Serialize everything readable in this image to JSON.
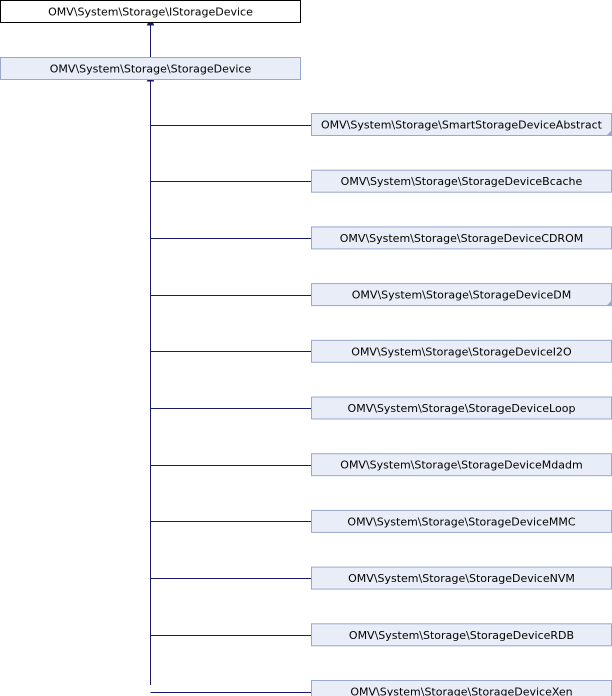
{
  "colors": {
    "edge": "#191970",
    "interface_border": "#000000",
    "interface_fill": "#ffffff",
    "class_border": "#9aa8d0",
    "class_fill": "#e8edf7",
    "label": "#000000",
    "fold_corner": "#9aa8d0"
  },
  "interface": {
    "label": "OMV\\System\\Storage\\IStorageDevice"
  },
  "base": {
    "label": "OMV\\System\\Storage\\StorageDevice"
  },
  "children": [
    {
      "label": "OMV\\System\\Storage\\SmartStorageDeviceAbstract",
      "has_subclasses": true
    },
    {
      "label": "OMV\\System\\Storage\\StorageDeviceBcache",
      "has_subclasses": false
    },
    {
      "label": "OMV\\System\\Storage\\StorageDeviceCDROM",
      "has_subclasses": false
    },
    {
      "label": "OMV\\System\\Storage\\StorageDeviceDM",
      "has_subclasses": true
    },
    {
      "label": "OMV\\System\\Storage\\StorageDeviceI2O",
      "has_subclasses": false
    },
    {
      "label": "OMV\\System\\Storage\\StorageDeviceLoop",
      "has_subclasses": false
    },
    {
      "label": "OMV\\System\\Storage\\StorageDeviceMdadm",
      "has_subclasses": false
    },
    {
      "label": "OMV\\System\\Storage\\StorageDeviceMMC",
      "has_subclasses": false
    },
    {
      "label": "OMV\\System\\Storage\\StorageDeviceNVM",
      "has_subclasses": false
    },
    {
      "label": "OMV\\System\\Storage\\StorageDeviceRDB",
      "has_subclasses": false
    },
    {
      "label": "OMV\\System\\Storage\\StorageDeviceXen",
      "has_subclasses": false
    }
  ]
}
